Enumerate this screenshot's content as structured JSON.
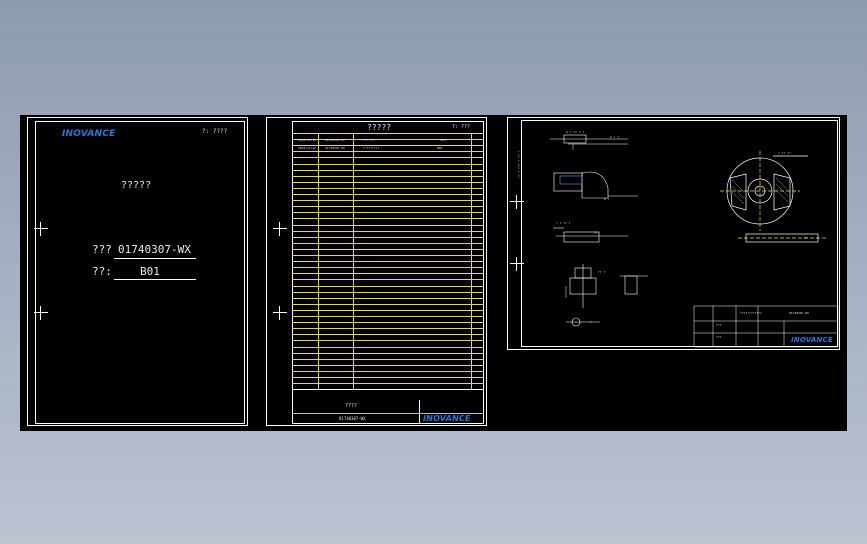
{
  "sheet1": {
    "logo": "INOVANCE",
    "top_right": "?:  ????",
    "title": "?????",
    "code_label": "???",
    "code_value": "01740307-WX",
    "rev_label": "??:",
    "rev_value": "B01"
  },
  "sheet2": {
    "title": "?????",
    "top_right": "?:  ???",
    "footer_center": "????",
    "footer_code": "01740307-WX",
    "logo": "INOVANCE"
  },
  "sheet3": {
    "logo": "INOVANCE"
  }
}
